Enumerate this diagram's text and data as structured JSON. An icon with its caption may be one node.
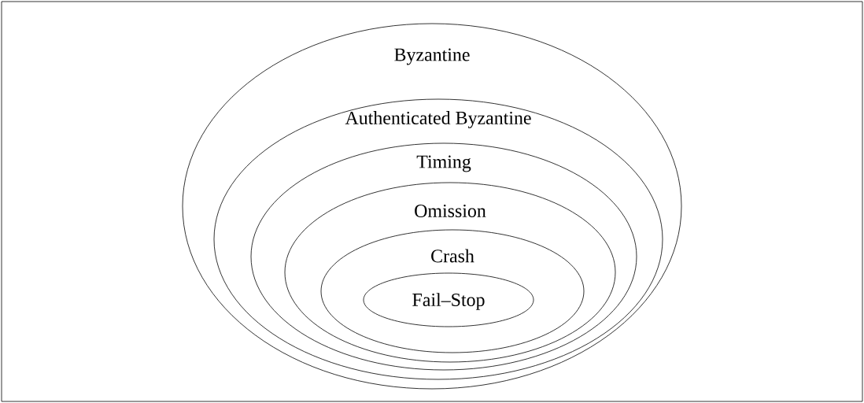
{
  "diagram": {
    "nodes": [
      {
        "text": [
          "Byzantine"
        ]
      },
      {
        "text": [
          "Authenticated Byzantine"
        ],
        "in": 0
      },
      {
        "text": [
          "Timing"
        ],
        "in": 1
      },
      {
        "text": [
          "Omission"
        ],
        "in": 2
      },
      {
        "text": [
          "Crash"
        ],
        "in": 3
      },
      {
        "text": [
          "Fail–Stop"
        ],
        "in": 4
      }
    ]
  }
}
